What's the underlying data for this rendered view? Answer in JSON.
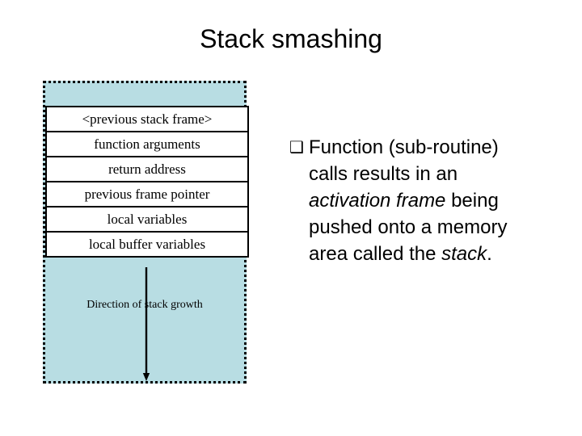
{
  "slide": {
    "title": "Stack smashing",
    "background_color": "#ffffff"
  },
  "stack_diagram": {
    "fill_color": "#b8dde3",
    "border_style": "dotted",
    "border_color": "#000000",
    "rows": [
      "<previous stack frame>",
      "function arguments",
      "return address",
      "previous frame pointer",
      "local variables",
      "local buffer variables"
    ],
    "growth": {
      "label": "Direction of stack growth",
      "arrow_direction": "down"
    }
  },
  "bullet": {
    "marker": "❑",
    "segments": [
      {
        "text": "Function (sub-routine) calls results in an ",
        "italic": false
      },
      {
        "text": "activation frame",
        "italic": true
      },
      {
        "text": " being pushed onto a memory area called the ",
        "italic": false
      },
      {
        "text": "stack",
        "italic": true
      },
      {
        "text": ".",
        "italic": false
      }
    ]
  }
}
